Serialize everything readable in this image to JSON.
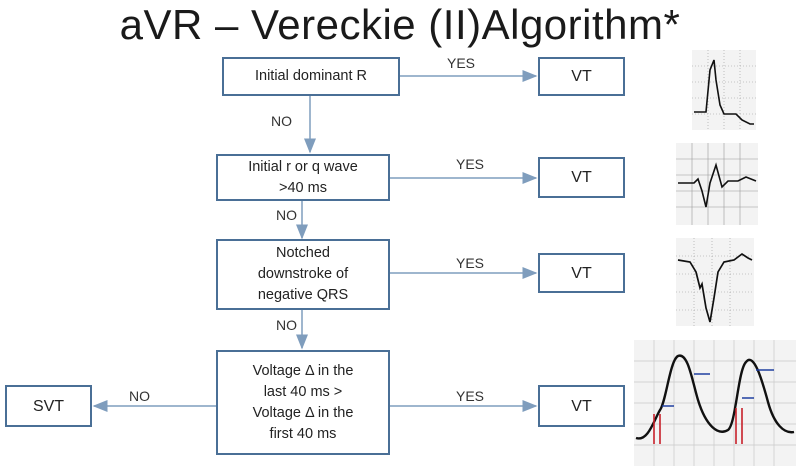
{
  "title": "aVR – Vereckie (II)Algorithm*",
  "steps": [
    {
      "question": "Initial dominant R",
      "yes_result": "VT"
    },
    {
      "question": "Initial r or q wave\n>40 ms",
      "yes_result": "VT"
    },
    {
      "question": "Notched\ndownstroke of\nnegative QRS",
      "yes_result": "VT"
    },
    {
      "question": "Voltage Δ in the\nlast 40 ms >\nVoltage Δ in the\nfirst 40 ms",
      "yes_result": "VT"
    }
  ],
  "labels": {
    "yes": "YES",
    "no": "NO"
  },
  "final_no_result": "SVT",
  "colors": {
    "box_border": "#4a6f96",
    "arrow": "#7f9dbd",
    "ecg_trace": "#111111",
    "ecg_grid": "#999999"
  }
}
